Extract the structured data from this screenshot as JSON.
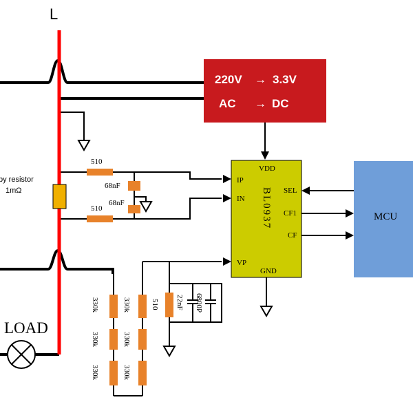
{
  "colors": {
    "phase_line": "#ff0000",
    "converter_box": "#c81a1e",
    "chip_box": "#cccc00",
    "mcu_box": "#6f9ed9",
    "resistor": "#e8822a",
    "shunt": "#f0b000"
  },
  "line_label": "L",
  "converter": {
    "line1_left": "220V",
    "line1_right": "3.3V",
    "line2_left": "AC",
    "line2_right": "DC",
    "arrow": "→"
  },
  "chip": {
    "name": "BL0937",
    "pins": {
      "vdd": "VDD",
      "ip": "IP",
      "in": "IN",
      "vp": "VP",
      "gnd": "GND",
      "sel": "SEL",
      "cf1": "CF1",
      "cf": "CF"
    }
  },
  "mcu_label": "MCU",
  "shunt": {
    "line1": "by resistor",
    "line2": "1mΩ"
  },
  "components": {
    "r_ip": "510",
    "r_in": "510",
    "c_ip": "68nF",
    "c_in": "68nF",
    "r_vp": "510",
    "c_vp1": "22nF",
    "c_vp2": "6800P"
  },
  "divider_labels": [
    "330k",
    "330k",
    "330k",
    "330k",
    "330k",
    "330k"
  ],
  "load_label": "LOAD"
}
